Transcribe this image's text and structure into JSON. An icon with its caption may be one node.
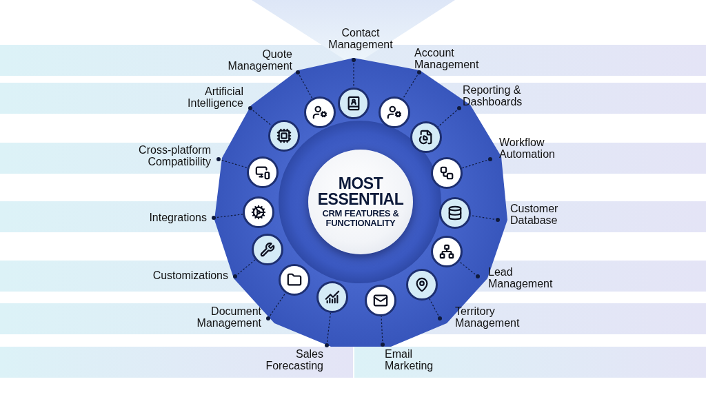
{
  "diagram": {
    "nodes": [
      {
        "text": [
          "MOST ESSENTIAL",
          "CRM FEATURES & FUNCTIONALITY"
        ]
      },
      {
        "text": [
          "Contact Management"
        ]
      },
      {
        "text": [],
        "shape": "circle"
      },
      {
        "text": [
          "Account Management"
        ]
      },
      {
        "text": [],
        "shape": "circle"
      },
      {
        "text": [
          "Reporting & Dashboards"
        ]
      },
      {
        "text": [],
        "shape": "circle"
      },
      {
        "text": [
          "Workflow Automation"
        ]
      },
      {
        "text": [],
        "shape": "circle"
      },
      {
        "text": [
          "Customer Database"
        ]
      },
      {
        "text": [],
        "shape": "circle"
      },
      {
        "text": [
          "Lead Management"
        ]
      },
      {
        "text": [],
        "shape": "circle"
      },
      {
        "text": [
          "Territory Management"
        ]
      },
      {
        "text": [],
        "shape": "circle"
      },
      {
        "text": [
          "Email Marketing"
        ]
      },
      {
        "text": [],
        "shape": "circle"
      },
      {
        "text": [
          "Sales Forecasting"
        ]
      },
      {
        "text": [],
        "shape": "circle"
      },
      {
        "text": [
          "Document Management"
        ]
      },
      {
        "text": [],
        "shape": "circle"
      },
      {
        "text": [
          "Customizations"
        ]
      },
      {
        "text": [],
        "shape": "circle"
      },
      {
        "text": [
          "Integrations"
        ]
      },
      {
        "text": [],
        "shape": "circle"
      },
      {
        "text": [
          "Cross-platform Compatibility"
        ]
      },
      {
        "text": [],
        "shape": "circle"
      },
      {
        "text": [
          "Artificial Intelligence"
        ]
      },
      {
        "text": [],
        "shape": "circle"
      },
      {
        "text": [
          "Quote Management"
        ]
      },
      {
        "text": [],
        "shape": "circle"
      }
    ],
    "edges": [
      {
        "from": 1,
        "to": 2,
        "arrow": "other",
        "style": "dashed"
      },
      {
        "from": 3,
        "to": 4,
        "arrow": "other",
        "style": "dashed"
      },
      {
        "from": 5,
        "to": 6,
        "arrow": "other",
        "style": "dashed"
      },
      {
        "from": 7,
        "to": 8,
        "arrow": "other",
        "style": "dashed"
      },
      {
        "from": 9,
        "to": 10,
        "arrow": "other",
        "style": "dashed"
      },
      {
        "from": 11,
        "to": 12,
        "arrow": "other",
        "style": "dashed"
      },
      {
        "from": 13,
        "to": 14,
        "arrow": "other",
        "style": "dashed"
      },
      {
        "from": 15,
        "to": 16,
        "arrow": "other",
        "style": "dashed"
      },
      {
        "from": 17,
        "to": 18,
        "arrow": "other",
        "style": "dashed"
      },
      {
        "from": 19,
        "to": 20,
        "arrow": "other",
        "style": "dashed"
      },
      {
        "from": 21,
        "to": 22,
        "arrow": "other",
        "style": "dashed"
      },
      {
        "from": 23,
        "to": 24,
        "arrow": "other",
        "style": "dashed"
      },
      {
        "from": 25,
        "to": 26,
        "arrow": "other",
        "style": "dashed"
      },
      {
        "from": 27,
        "to": 28,
        "arrow": "other",
        "style": "dashed"
      },
      {
        "from": 29,
        "to": 30,
        "arrow": "other",
        "style": "dashed"
      }
    ]
  }
}
